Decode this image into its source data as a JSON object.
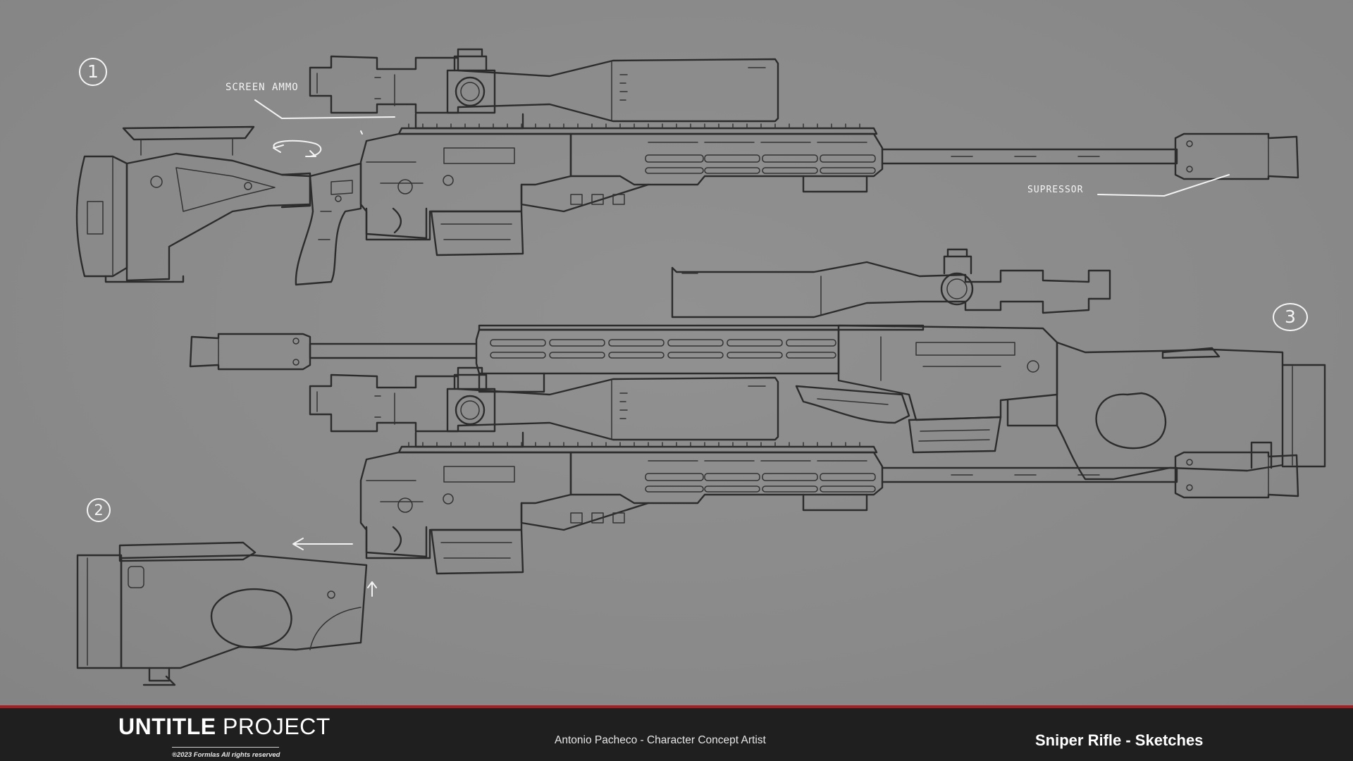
{
  "sketch": {
    "view_labels": [
      "1",
      "2",
      "3"
    ],
    "annotations": {
      "screen_ammo": "SCREEN AMMO",
      "suppressor": "SUPRESSOR"
    }
  },
  "footer": {
    "brand_bold": "UNTITLE",
    "brand_regular": " PROJECT",
    "copyright": "®2023 Formlas All rights reserved",
    "artist": "Antonio Pacheco - Character Concept Artist",
    "sheet_title": "Sniper Rifle - Sketches"
  },
  "colors": {
    "background": "#8b8b8b",
    "line": "#2c2c2c",
    "annotation": "#f2f2f2",
    "footer_bg": "#1f1f1f",
    "footer_accent": "#a51e22"
  }
}
